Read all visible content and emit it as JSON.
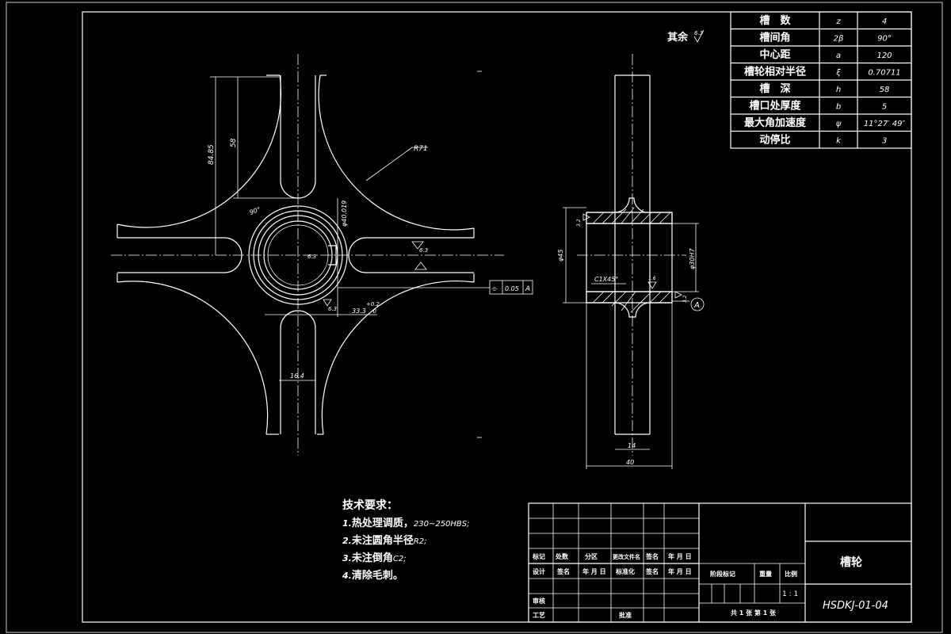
{
  "drawing": {
    "surface_finish_note": "其余",
    "surface_finish_value": "6.3",
    "feature_control": {
      "symbol": "⌯",
      "tolerance": "0.05",
      "datum": "A"
    },
    "datum_label": "A",
    "front_view_dims": {
      "d_84_85": "84.85",
      "d_58": "58",
      "r_71": "R71",
      "angle_90": "90°",
      "bore_d": "φ40.019",
      "ra_left": "6.3",
      "ra_right": "6.3",
      "ra_bottom": "6.3",
      "key_width": "33.3",
      "key_tol_upper": "+0.2",
      "key_tol_lower": "-0",
      "slot_width": "16.4"
    },
    "side_view_dims": {
      "d_45": "φ45",
      "bore_h7": "φ30H7",
      "chamfer": "C1X45°",
      "ra_top": "3.2",
      "ra_inner": "1.6",
      "ra_right": "3.2",
      "d_14": "14",
      "d_40": "40"
    }
  },
  "param_table": [
    {
      "name": "槽　数",
      "symbol": "z",
      "value": "4"
    },
    {
      "name": "槽间角",
      "symbol": "2β",
      "value": "90°"
    },
    {
      "name": "中心距",
      "symbol": "a",
      "value": "120"
    },
    {
      "name": "槽轮相对半径",
      "symbol": "ξ",
      "value": "0.70711"
    },
    {
      "name": "槽　深",
      "symbol": "h",
      "value": "58"
    },
    {
      "name": "槽口处厚度",
      "symbol": "b",
      "value": "5"
    },
    {
      "name": "最大角加速度",
      "symbol": "ψ",
      "value": "11°27′ 49″"
    },
    {
      "name": "动停比",
      "symbol": "k",
      "value": "3"
    }
  ],
  "tech_requirements": {
    "title": "技术要求：",
    "items": [
      {
        "num": "1.",
        "text": "热处理调质，",
        "extra": "230~250HBS;"
      },
      {
        "num": "2.",
        "text": "未注圆角半径",
        "extra": "R2;"
      },
      {
        "num": "3.",
        "text": "未注倒角",
        "extra": "C2;"
      },
      {
        "num": "4.",
        "text": "清除毛刺。",
        "extra": ""
      }
    ]
  },
  "title_block": {
    "row_labels": [
      "标记",
      "处数",
      "分区",
      "更改文件名",
      "签名",
      "年 月 日"
    ],
    "row2_labels": [
      "设计",
      "签名",
      "年 月 日",
      "标准化",
      "签名",
      "年 月 日"
    ],
    "audit": "审核",
    "process": "工艺",
    "approve": "批准",
    "stage_mark": "阶段标记",
    "weight": "重量",
    "scale_label": "比例",
    "scale_value": "1 : 1",
    "sheets": "共 1 张 第 1 张",
    "part_name": "槽轮",
    "drawing_number": "HSDKJ-01-04"
  }
}
